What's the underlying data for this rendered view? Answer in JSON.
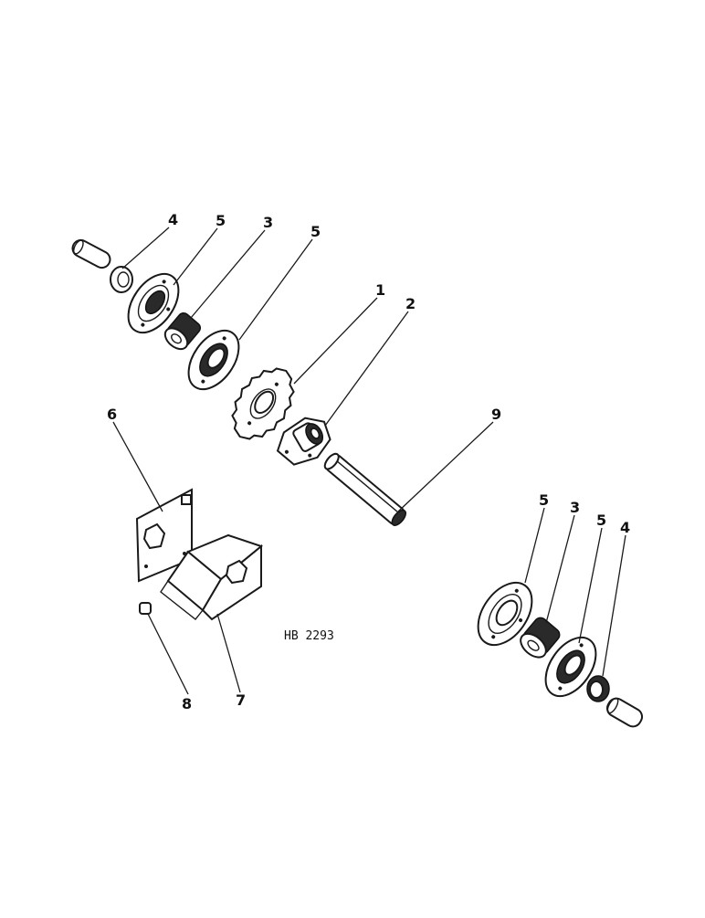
{
  "drawing_code": "HB 2293",
  "callouts": {
    "c4a": "4",
    "c5a": "5",
    "c3a": "3",
    "c5b": "5",
    "c1": "1",
    "c2": "2",
    "c9": "9",
    "c6": "6",
    "c8": "8",
    "c7": "7",
    "c5c": "5",
    "c3b": "3",
    "c5d": "5",
    "c4b": "4"
  },
  "colors": {
    "line": "#1a1a1a",
    "background": "#ffffff"
  }
}
